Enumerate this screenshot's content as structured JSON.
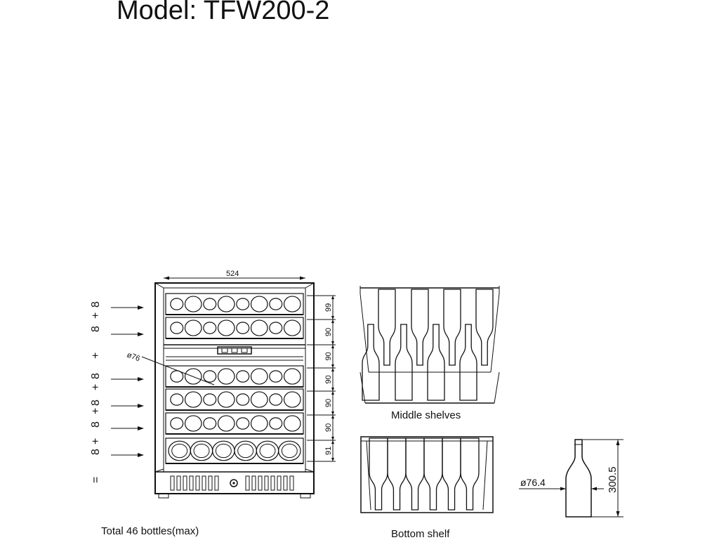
{
  "title": "Model: TFW200-2",
  "total_label": "Total 46 bottles(max)",
  "middle_shelves_label": "Middle shelves",
  "bottom_shelf_label": "Bottom shelf",
  "width_dim": "524",
  "bottle_dim_label": "ø76",
  "shelf_spacings": [
    "99",
    "90",
    "90",
    "90",
    "90",
    "90",
    "91"
  ],
  "bottle_diameter": "ø76.4",
  "bottle_height": "300.5",
  "equation_marks": [
    "8",
    "+",
    "8",
    "+",
    "8",
    "+",
    "8",
    "+",
    "8",
    "+",
    "8",
    "+",
    "6",
    "="
  ]
}
